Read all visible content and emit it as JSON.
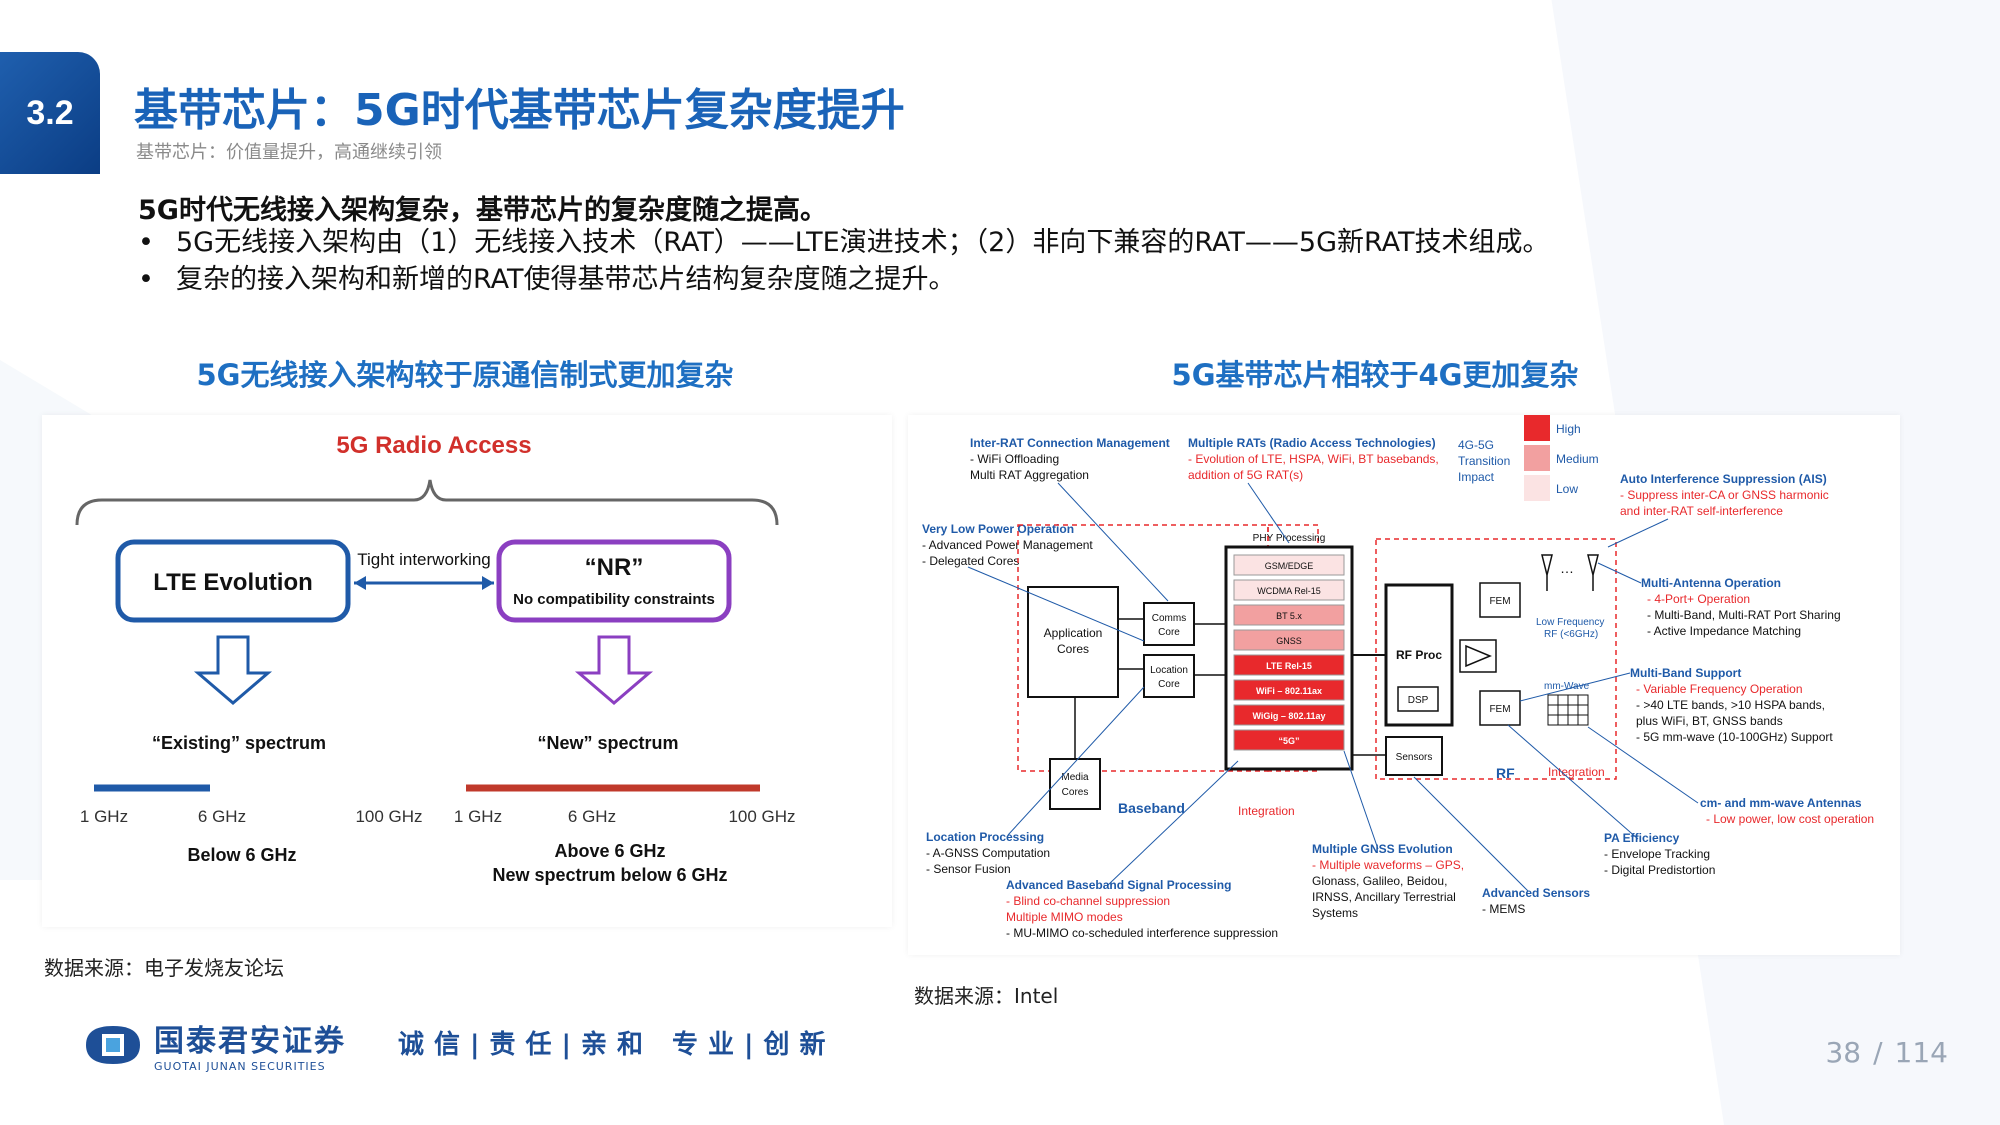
{
  "section": "3.2",
  "title": "基带芯片：5G时代基带芯片复杂度提升",
  "subtitle": "基带芯片：价值量提升，高通继续引领",
  "lead": "5G时代无线接入架构复杂，基带芯片的复杂度随之提高。",
  "bullets": [
    "5G无线接入架构由（1）无线接入技术（RAT）——LTE演进技术；（2）非向下兼容的RAT——5G新RAT技术组成。",
    "复杂的接入架构和新增的RAT使得基带芯片结构复杂度随之提升。"
  ],
  "left_figure": {
    "title": "5G无线接入架构较于原通信制式更加复杂",
    "heading": "5G Radio Access",
    "lte_box": "LTE Evolution",
    "interworking": "Tight interworking",
    "nr_title": "“NR”",
    "nr_sub": "No compatibility constraints",
    "existing": "“Existing” spectrum",
    "new": "“New” spectrum",
    "axis_left": [
      "1 GHz",
      "6 GHz",
      "100 GHz"
    ],
    "axis_right": [
      "1 GHz",
      "6 GHz",
      "100 GHz"
    ],
    "below": "Below 6 GHz",
    "above": "Above 6 GHz",
    "above_sub": "New spectrum below 6 GHz",
    "source": "数据来源：电子发烧友论坛"
  },
  "right_figure": {
    "title": "5G基带芯片相较于4G更加复杂",
    "legend_title": [
      "4G-5G",
      "Transition",
      "Impact"
    ],
    "legend": [
      "High",
      "Medium",
      "Low"
    ],
    "irat": {
      "title": "Inter-RAT Connection Management",
      "items": [
        "- WiFi Offloading",
        "  Multi RAT Aggregation"
      ]
    },
    "mrats": {
      "title": "Multiple RATs (Radio Access Technologies)",
      "items": [
        "- Evolution of LTE, HSPA, WiFi, BT basebands,",
        "addition of 5G RAT(s)"
      ]
    },
    "ais": {
      "title": "Auto Interference Suppression (AIS)",
      "items": [
        "- Suppress inter-CA or GNSS harmonic",
        "and inter-RAT self-interference"
      ]
    },
    "vlp": {
      "title": "Very Low Power Operation",
      "items": [
        "- Advanced Power Management",
        "- Delegated Cores"
      ]
    },
    "phy_title": "PHY Processing",
    "phy": [
      "GSM/EDGE",
      "WCDMA Rel-15",
      "BT 5.x",
      "GNSS",
      "LTE Rel-15",
      "WiFi – 802.11ax",
      "WiGig – 802.11ay",
      "“5G”"
    ],
    "app": [
      "Application",
      "Cores"
    ],
    "comms": [
      "Comms",
      "Core"
    ],
    "location": [
      "Location",
      "Core"
    ],
    "media": [
      "Media",
      "Cores"
    ],
    "baseband": "Baseband",
    "integration_bb": "Integration",
    "rfproc": "RF Proc",
    "dsp": "DSP",
    "fem": "FEM",
    "sensors": "Sensors",
    "rf": "RF",
    "integration_rf": "Integration",
    "lowfreq": [
      "Low Frequency",
      "RF (<6GHz)"
    ],
    "mmwave": "mm-Wave",
    "multi_ant": {
      "title": "Multi-Antenna Operation",
      "items": [
        "- 4-Port+ Operation",
        "- Multi-Band, Multi-RAT Port Sharing",
        "- Active Impedance Matching"
      ]
    },
    "multi_band": {
      "title": "Multi-Band Support",
      "items": [
        "- Variable Frequency Operation",
        "- >40 LTE bands, >10 HSPA bands,",
        "plus WiFi, BT, GNSS bands",
        "- 5G mm-wave (10-100GHz) Support"
      ]
    },
    "cm_mm": {
      "title": "cm- and mm-wave Antennas",
      "items": [
        "- Low power, low cost operation"
      ]
    },
    "loc_proc": {
      "title": "Location Processing",
      "items": [
        "- A-GNSS Computation",
        "- Sensor Fusion"
      ]
    },
    "gnss": {
      "title": "Multiple GNSS Evolution",
      "items": [
        "- Multiple waveforms – GPS,",
        "Glonass, Galileo, Beidou,",
        "IRNSS, Ancillary Terrestrial",
        "Systems"
      ]
    },
    "pa": {
      "title": "PA Efficiency",
      "items": [
        "- Envelope Tracking",
        "- Digital Predistortion"
      ]
    },
    "abb": {
      "title": "Advanced Baseband Signal Processing",
      "items": [
        "- Blind co-channel suppression",
        "  Multiple MIMO modes",
        "- MU-MIMO co-scheduled interference suppression"
      ]
    },
    "adv_sensors": {
      "title": "Advanced Sensors",
      "items": [
        "- MEMS"
      ]
    },
    "source": "数据来源：Intel"
  },
  "footer": {
    "logo_cn": "国泰君安证券",
    "logo_en": "GUOTAI JUNAN SECURITIES",
    "slogan": "诚信|责任|亲和 专业|创新",
    "page": "38",
    "separator": "/",
    "total": "114"
  },
  "colors": {
    "brand_blue": "#1a63b8",
    "dark_blue": "#1e4f97",
    "red": "#e8292c"
  }
}
